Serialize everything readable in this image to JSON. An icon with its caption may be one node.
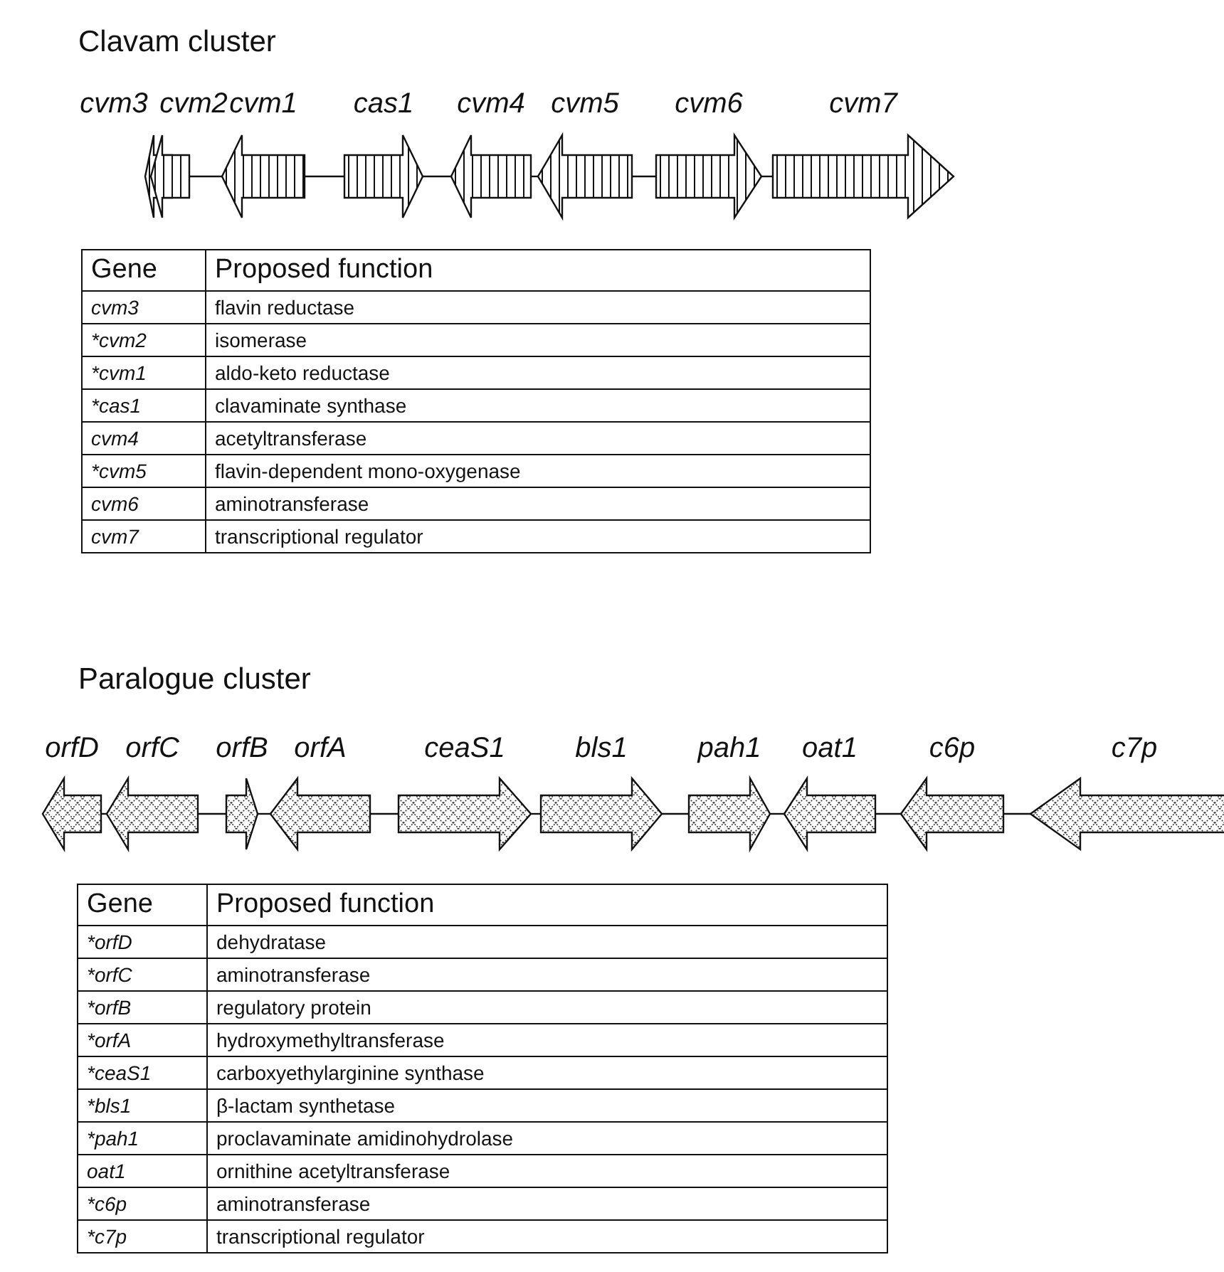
{
  "diagram": {
    "nodes": [
      {
        "text": [
          "cvm3"
        ]
      },
      {
        "text": [
          "cvm2"
        ]
      },
      {
        "text": [
          "cvm1"
        ]
      },
      {
        "text": [
          "cas1"
        ]
      },
      {
        "text": [
          "cvm4"
        ]
      },
      {
        "text": [
          "cvm5"
        ]
      },
      {
        "text": [
          "cvm6"
        ]
      },
      {
        "text": [
          "cvm7"
        ]
      },
      {
        "text": [
          "orfD"
        ]
      },
      {
        "text": [
          "orfC"
        ]
      },
      {
        "text": [
          "orfB"
        ]
      },
      {
        "text": [
          "orfA"
        ]
      },
      {
        "text": [
          "ceaS1"
        ]
      },
      {
        "text": [
          "bls1"
        ]
      },
      {
        "text": [
          "pah1"
        ]
      },
      {
        "text": [
          "oat1"
        ]
      },
      {
        "text": [
          "c6p"
        ]
      },
      {
        "text": [
          "c7p"
        ]
      }
    ],
    "edges": [
      {
        "from": 1,
        "to": 2,
        "arrow": "none"
      },
      {
        "from": 2,
        "to": 3,
        "arrow": "none"
      },
      {
        "from": 3,
        "to": 4,
        "arrow": "none"
      },
      {
        "from": 4,
        "to": 5,
        "arrow": "none"
      },
      {
        "from": 5,
        "to": 6,
        "arrow": "none"
      },
      {
        "from": 6,
        "to": 7,
        "arrow": "none"
      },
      {
        "from": 8,
        "to": 9,
        "arrow": "none"
      },
      {
        "from": 9,
        "to": 10,
        "arrow": "none"
      },
      {
        "from": 10,
        "to": 11,
        "arrow": "none"
      },
      {
        "from": 11,
        "to": 12,
        "arrow": "none"
      },
      {
        "from": 12,
        "to": 13,
        "arrow": "none"
      },
      {
        "from": 13,
        "to": 14,
        "arrow": "none"
      },
      {
        "from": 14,
        "to": 15,
        "arrow": "none"
      },
      {
        "from": 15,
        "to": 16,
        "arrow": "none"
      },
      {
        "from": 16,
        "to": 17,
        "arrow": "none"
      }
    ],
    "labels": [
      "Clavam cluster",
      "Gene",
      "Proposed function",
      "cvm3",
      "flavin reductase",
      "*cvm2",
      "isomerase",
      "*cvm1",
      "aldo-keto reductase",
      "*cas1",
      "clavaminate synthase",
      "cvm4",
      "acetyltransferase",
      "*cvm5",
      "flavin-dependent mono-oxygenase",
      "cvm6",
      "aminotransferase",
      "cvm7",
      "transcriptional regulator",
      "Paralogue cluster",
      "Gene",
      "Proposed function",
      "*orfD",
      "dehydratase",
      "*orfC",
      "aminotransferase",
      "*orfB",
      "regulatory protein",
      "*orfA",
      "hydroxymethyltransferase",
      "*ceaS1",
      "carboxyethylarginine synthase",
      "*bls1",
      "β-lactam synthetase",
      "*pah1",
      "proclavaminate amidinohydrolase",
      "oat1",
      "ornithine acetyltransferase",
      "*c6p",
      "aminotransferase",
      "*c7p",
      "transcriptional regulator"
    ]
  }
}
